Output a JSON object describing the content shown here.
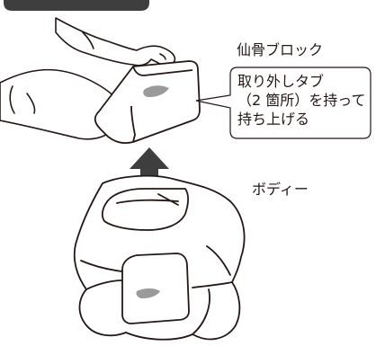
{
  "labels": {
    "sacrum_block": "仙骨ブロック",
    "body": "ボディー"
  },
  "callout": {
    "lines": [
      "取り外しタブ",
      "（2 箇所）を持って",
      "持ち上げる"
    ]
  },
  "colors": {
    "line": "#231815",
    "tab_gray": "#9a9a9a",
    "header_bar": "#3e3e3e",
    "arrow": "#3e3e3e"
  }
}
